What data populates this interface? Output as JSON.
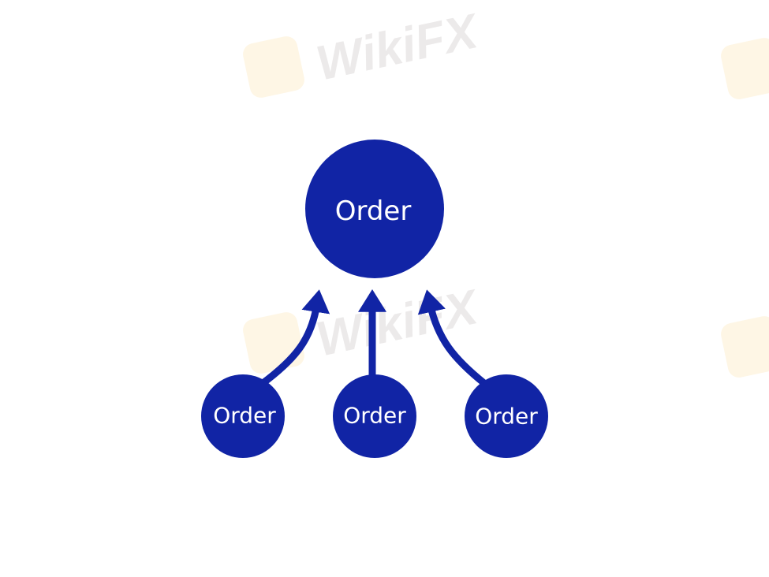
{
  "watermark": "WikiFX",
  "colors": {
    "node": "#1124a5",
    "arrow": "#1124a5"
  },
  "diagram": {
    "parent": {
      "label": "Order"
    },
    "children": [
      {
        "label": "Order"
      },
      {
        "label": "Order"
      },
      {
        "label": "Order"
      }
    ]
  }
}
